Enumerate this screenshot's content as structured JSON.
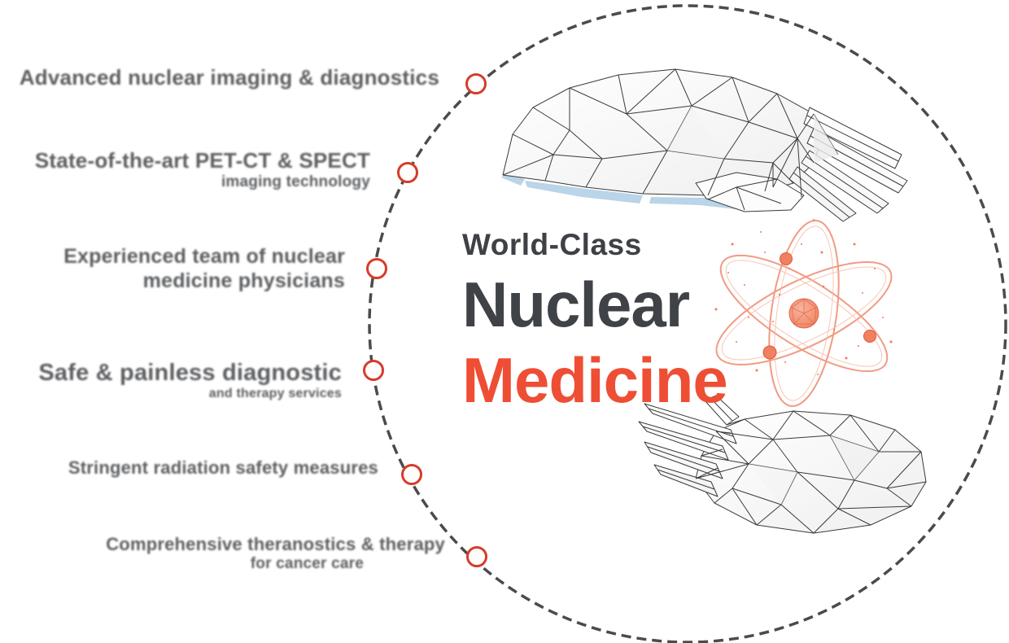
{
  "infographic": {
    "eyebrow": "World-Class",
    "title": "Nuclear",
    "subtitle": "Medicine"
  },
  "features": [
    {
      "lines": [
        "Advanced nuclear imaging & diagnostics"
      ]
    },
    {
      "lines": [
        "State-of-the-art PET-CT & SPECT",
        "imaging technology"
      ]
    },
    {
      "lines": [
        "Experienced team of nuclear",
        "medicine physicians"
      ]
    },
    {
      "lines": [
        "Safe & painless diagnostic",
        "and therapy services"
      ]
    },
    {
      "lines": [
        "Stringent radiation safety measures"
      ]
    },
    {
      "lines": [
        "Comprehensive theranostics & therapy",
        "for cancer care"
      ]
    }
  ],
  "icons": [
    "atom-icon",
    "top-hand-wireframe",
    "bottom-hand-wireframe",
    "dashed-orbit-circle",
    "milestone-dot"
  ],
  "colors": {
    "accent_red": "#ee4e34",
    "heading_dark": "#3f4246",
    "feature_text": "#55575a",
    "dot_ring": "#d63b2b",
    "dashed_circle": "#4b4b4b",
    "atom_salmon": "#f08465",
    "hand_accent_blue": "#aecde4"
  }
}
